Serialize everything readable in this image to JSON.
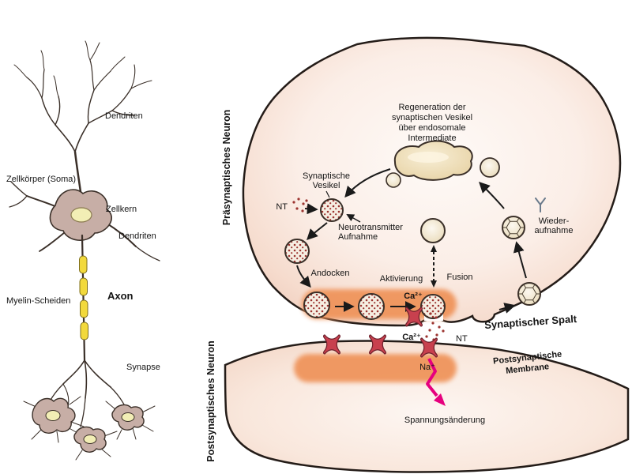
{
  "figure": {
    "description": "Neuron anatomy and chemical synapse diagram (German labels)"
  },
  "neuron_panel": {
    "labels": {
      "dendriten_top": "Dendriten",
      "zellkoerper": "Zellkörper (Soma)",
      "zellkern": "Zellkern",
      "dendriten_right": "Dendriten",
      "myelin": "Myelin-Scheiden",
      "axon": "Axon",
      "synapse": "Synapse"
    }
  },
  "synapse_panel": {
    "presynaptic_side_label": "Präsynaptisches Neuron",
    "postsynaptic_side_label": "Postsynaptisches Neuron",
    "regeneration_line1": "Regeneration der",
    "regeneration_line2": "synaptischen Vesikel",
    "regeneration_line3": "über endosomale",
    "regeneration_line4": "Intermediate",
    "synaptische_line1": "Synaptische",
    "synaptische_line2": "Vesikel",
    "nt_left": "NT",
    "aufnahme_line1": "Neurotransmitter",
    "aufnahme_line2": "Aufnahme",
    "andocken": "Andocken",
    "aktivierung": "Aktivierung",
    "fusion": "Fusion",
    "ca_top": "Ca²⁺",
    "ca_bottom": "Ca²⁺",
    "wieder_line1": "Wieder-",
    "wieder_line2": "aufnahme",
    "spalt": "Synaptischer Spalt",
    "membrane_line1": "Postsynaptische",
    "membrane_line2": "Membrane",
    "nt_right": "NT",
    "na": "Na⁺",
    "spannung": "Spannungsänderung"
  },
  "colors": {
    "membrane_outline": "#241c18",
    "cell_fill_center": "#fefaf7",
    "cell_fill_edge": "#f1cfbf",
    "orange_band": "#ef9258",
    "myelin_yellow": "#f2d93c",
    "soma_fill": "#c7aea6",
    "nucleus_fill": "#f2eeb5",
    "neurotransmitter_red": "#9c3430",
    "channel_red": "#c8404e",
    "signal_magenta": "#e6007e",
    "endosome_tan": "#e6d0a0"
  }
}
